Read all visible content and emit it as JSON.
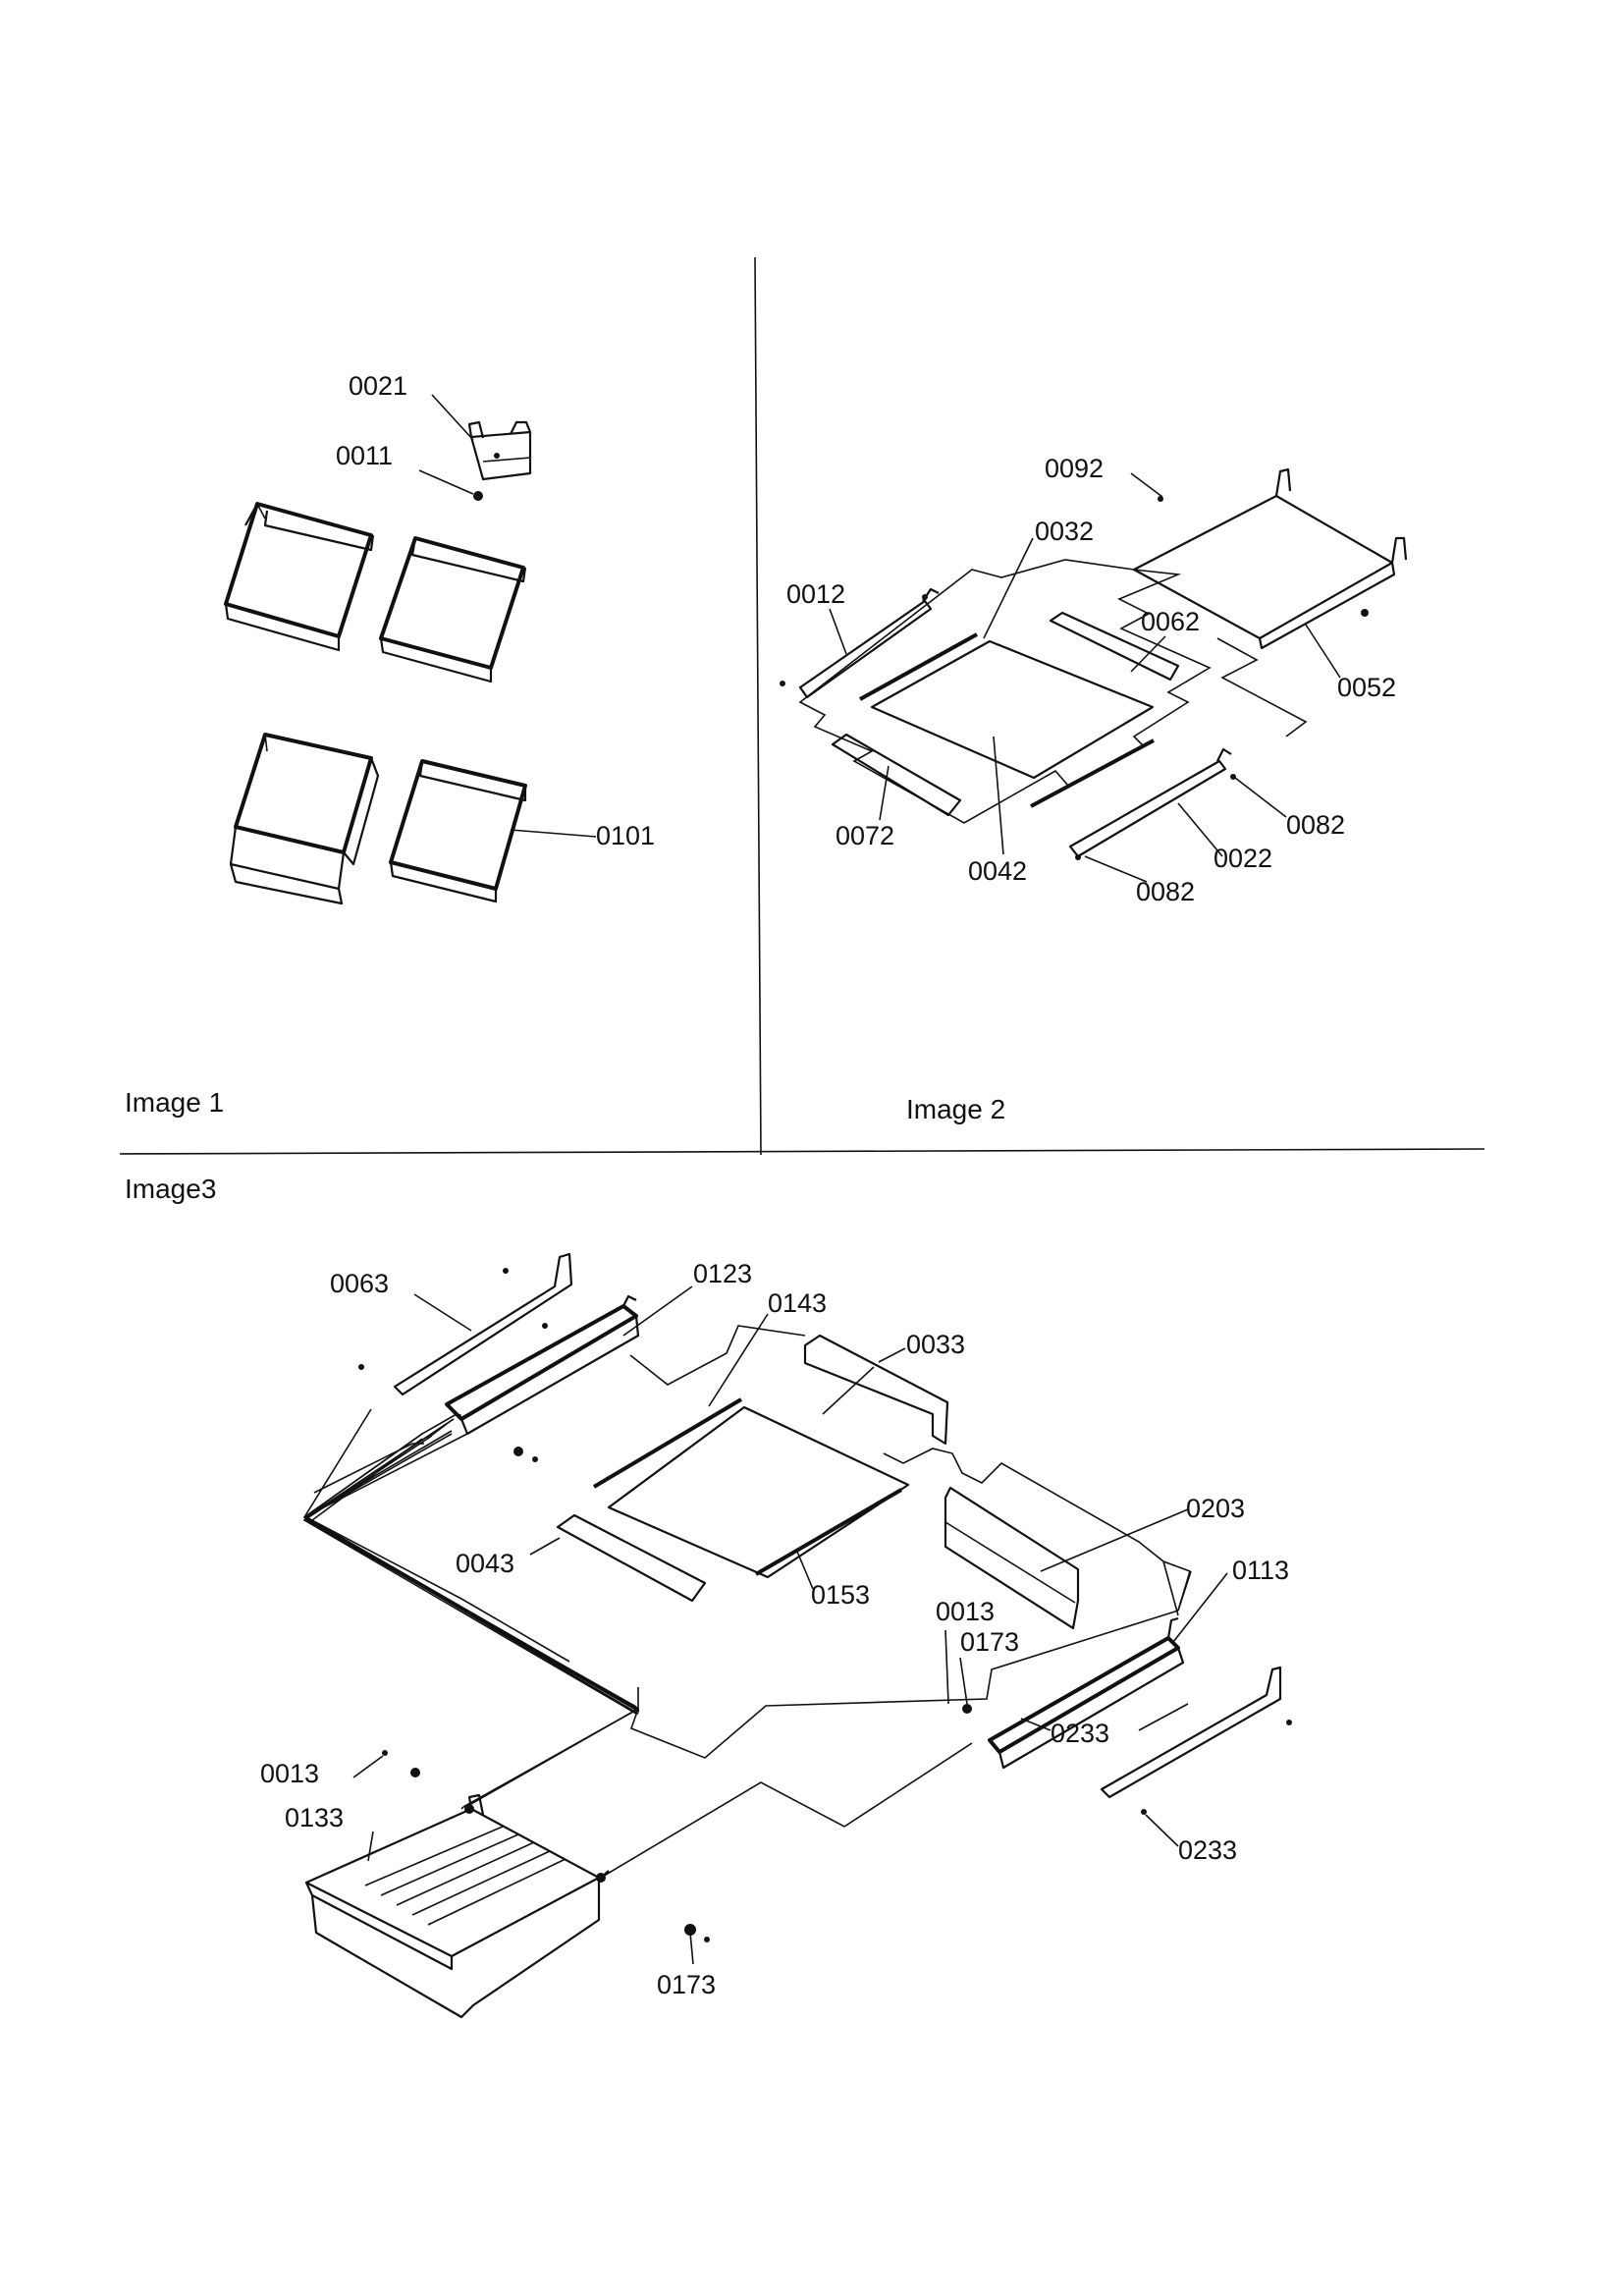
{
  "panels": {
    "image1": {
      "caption": "Image 1"
    },
    "image2": {
      "caption": "Image 2"
    },
    "image3": {
      "caption": "Image3"
    }
  },
  "callouts": {
    "c0021": "0021",
    "c0011": "0011",
    "c0101": "0101",
    "c0092": "0092",
    "c0032": "0032",
    "c0012": "0012",
    "c0062": "0062",
    "c0052": "0052",
    "c0072": "0072",
    "c0042": "0042",
    "c0082a": "0082",
    "c0022": "0022",
    "c0082b": "0082",
    "c0063": "0063",
    "c0123": "0123",
    "c0143": "0143",
    "c0033": "0033",
    "c0203": "0203",
    "c0043": "0043",
    "c0153": "0153",
    "c0113": "0113",
    "c0013a": "0013",
    "c0173a": "0173",
    "c0233a": "0233",
    "c0013b": "0013",
    "c0133": "0133",
    "c0233b": "0233",
    "c0173b": "0173"
  }
}
